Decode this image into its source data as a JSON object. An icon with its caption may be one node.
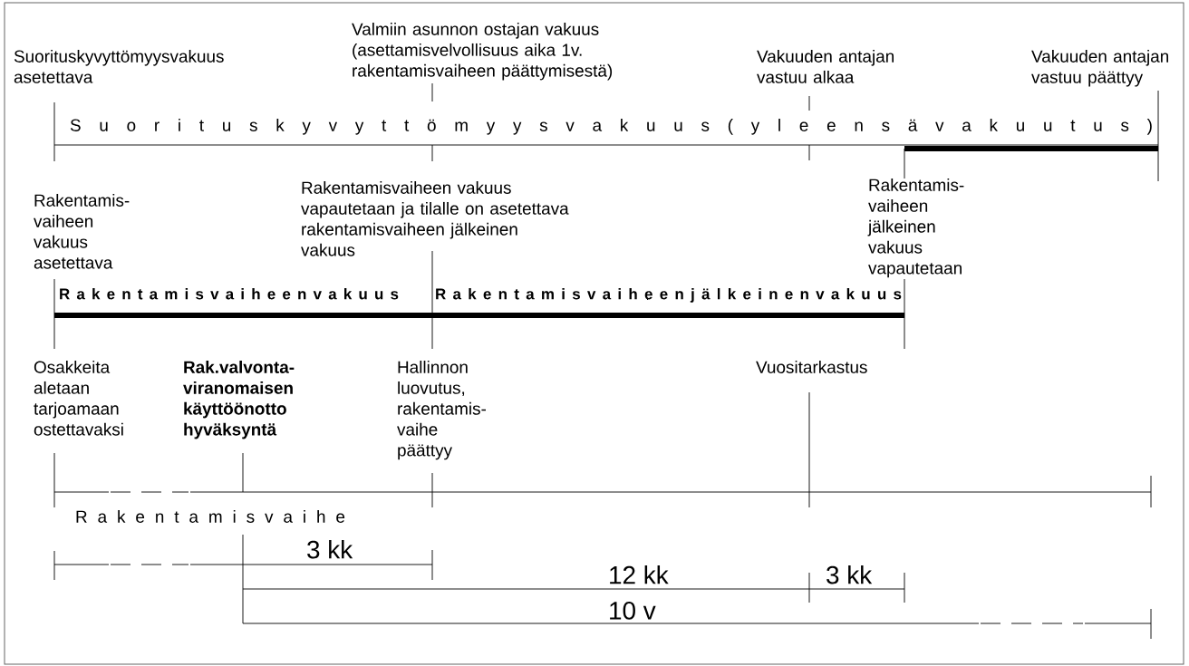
{
  "diagram": {
    "labels": [
      "Suorituskyvyttömyysvakuus asetettava",
      "Valmiin asunnon ostajan vakuus (asettamisvelvollisuus aika 1v. rakentamisvaiheen päättymisestä)",
      "Vakuuden antajan vastuu alkaa",
      "Vakuuden antajan vastuu päättyy",
      "S u o r i t u s k y v y t t ö m y y s v a k u u s ( y l e e n s ä v a k u u t u s )",
      "Rakentamis- vaiheen vakuus asetettava",
      "Rakentamisvaiheen vakuus vapautetaan ja tilalle on asetettava rakentamisvaiheen jälkeinen vakuus",
      "Rakentamis- vaiheen jälkeinen vakuus vapautetaan",
      "R a k e n t a m i s v a i h e e n v a k u u s",
      "R a k e n t a m i s v a i h e e n j ä l k e i n e n v a k u u s",
      "Osakkeita aletaan tarjoamaan ostettavaksi",
      "Rak.valvonta- viranomaisen käyttöönotto hyväksyntä",
      "Hallinnon luovutus, rakentamis- vaihe päättyy",
      "Vuositarkastus",
      "R a k e n t a m i s v a i h e",
      "3 kk",
      "12 kk",
      "3 kk",
      "10 v"
    ]
  }
}
